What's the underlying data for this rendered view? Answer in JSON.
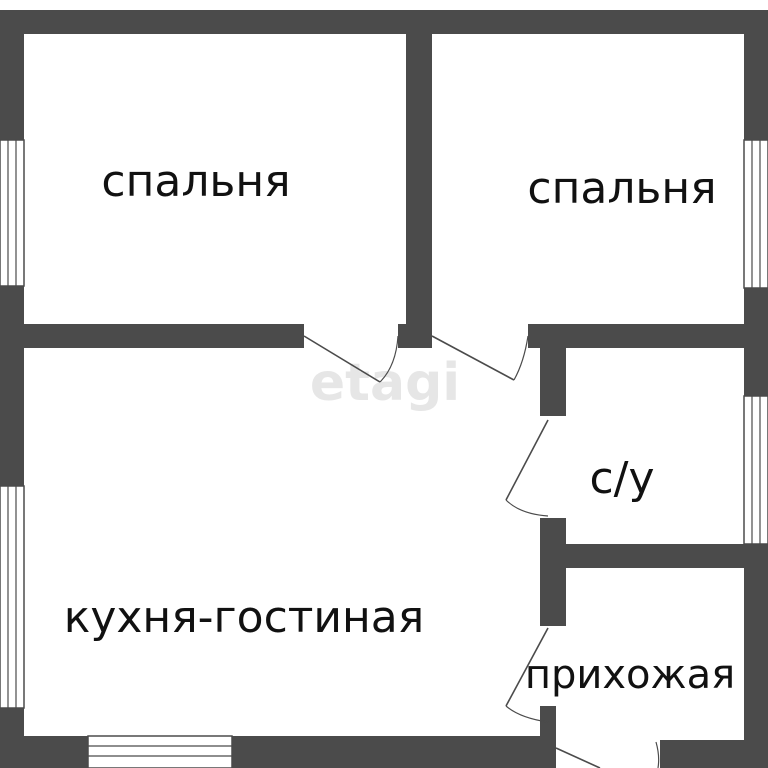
{
  "rooms": {
    "bedroom_left": "спальня",
    "bedroom_right": "спальня",
    "bathroom": "с/у",
    "living_kitchen": "кухня-гостиная",
    "hallway": "прихожая"
  },
  "watermark": "etagi",
  "colors": {
    "wall": "#4b4b4b",
    "background": "#ffffff",
    "text": "#111111"
  }
}
